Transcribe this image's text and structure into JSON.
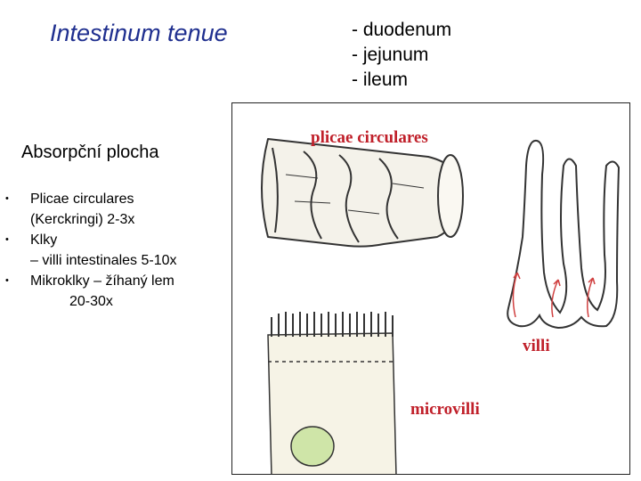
{
  "header": {
    "title": "Intestinum tenue",
    "segments": [
      "- duodenum",
      "- jejunum",
      "- ileum"
    ]
  },
  "content": {
    "subtitle": "Absorpční plocha",
    "bullets": [
      {
        "line1": "Plicae circulares",
        "line2": "(Kerckringi) 2-3x"
      },
      {
        "line1": "Klky",
        "line2": "– villi intestinales 5-10x"
      },
      {
        "line1": "Mikroklky – žíhaný lem",
        "line2": "20-30x"
      }
    ]
  },
  "figure": {
    "label_plicae": "plicae circulares",
    "label_villi": "villi",
    "label_microvilli": "microvilli",
    "colors": {
      "label": "#c0202a",
      "nucleus": "#cfe5a8",
      "arrows": "#d04040"
    }
  }
}
